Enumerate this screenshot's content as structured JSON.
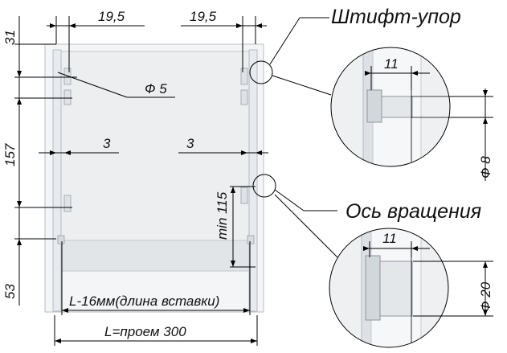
{
  "labels": {
    "stop_pin": "Штифт-упор",
    "pivot_axis": "Ось вращения",
    "hole_diameter": "Ф 5",
    "insert_length": "L-16мм(длина вставки)",
    "opening": "L=проем 300"
  },
  "dimensions": {
    "top_left_offset": "19,5",
    "top_right_offset": "19,5",
    "left_gap": "3",
    "right_gap": "3",
    "height_top": "31",
    "height_mid": "157",
    "height_bottom": "53",
    "min_clearance": "min 115",
    "pin_depth_top": "11",
    "pin_diameter_top": "Ф 8",
    "pin_depth_bottom": "11",
    "pin_diameter_bottom": "Ф 20"
  }
}
